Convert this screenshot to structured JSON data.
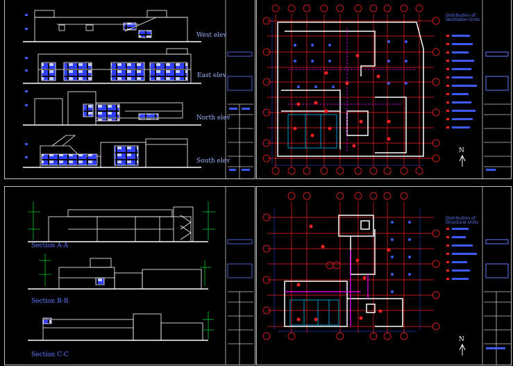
{
  "colors": {
    "background": "#000000",
    "border": "#c8c8c8",
    "wall": "#ffffff",
    "grid_axis": "#ff2020",
    "grid_bubble": "#cc1d1d",
    "dimension": "#3b5bff",
    "window_fill": "#3b4bff",
    "ground": "#ffffff",
    "level_marks": "#00cc33",
    "magenta": "#ff00ff",
    "cyan": "#00c0ff",
    "label": "#9fb4ff"
  },
  "elevations": {
    "west": "West elev",
    "east": "East elev",
    "north": "North elev",
    "south": "South elev"
  },
  "sections": {
    "aa": "Section A-A",
    "bb": "Section B-B",
    "cc": "Section C-C"
  },
  "legend_top": {
    "title_line1": "Distribution of",
    "title_line2": "Ventilation Units"
  },
  "legend_bottom": {
    "title_line1": "Distribution of",
    "title_line2": "Structural Units"
  },
  "north_label": "N",
  "icons": [
    "north-arrow-icon",
    "grid-bubble-icon"
  ]
}
